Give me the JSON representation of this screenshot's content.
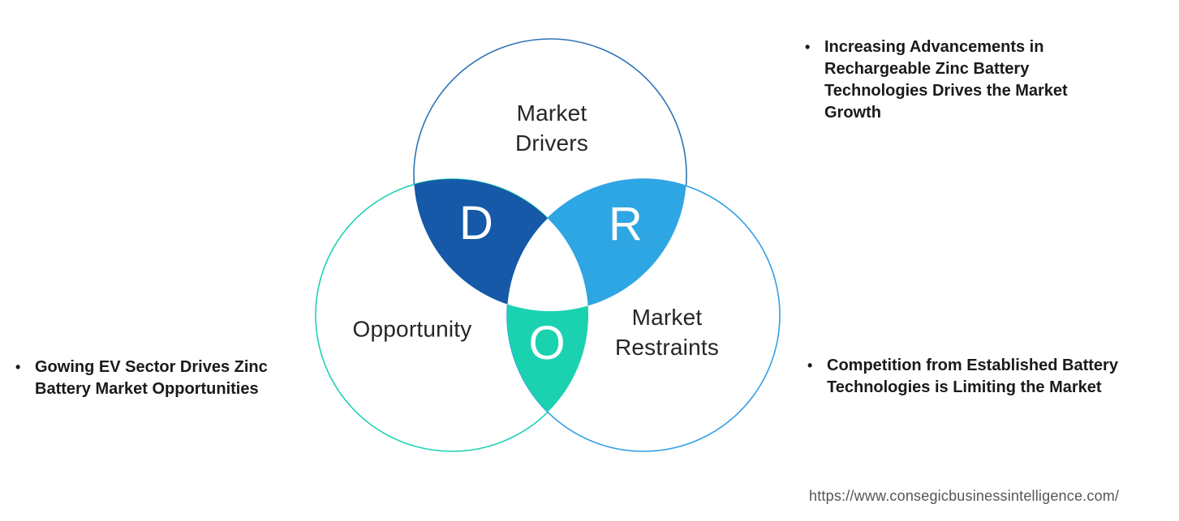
{
  "venn": {
    "drivers_label": "Market\nDrivers",
    "opportunity_label": "Opportunity",
    "restraints_label": "Market\nRestraints",
    "letters": {
      "d": "D",
      "r": "R",
      "o": "O"
    },
    "colors": {
      "drivers_circle_stroke": "#2E74B5",
      "opportunity_circle_stroke": "#21D1B4",
      "restraints_circle_stroke": "#33A0E5",
      "d_region_fill": "#1559A8",
      "r_region_fill": "#2EA6E3",
      "o_region_fill": "#1AD2B0",
      "center_region_fill": "#FFFFFF",
      "label_text": "#262626",
      "letter_text": "#FFFFFF",
      "bullet_text": "#1A1A1A",
      "url_text": "#555557"
    }
  },
  "bullets": [
    {
      "marker": "•",
      "text": "Increasing Advancements in Rechargeable Zinc Battery Technologies Drives the Market Growth"
    },
    {
      "marker": "•",
      "text": "Gowing EV Sector Drives Zinc Battery Market Opportunities"
    },
    {
      "marker": "•",
      "text": "Competition from Established Battery Technologies is Limiting the Market"
    }
  ],
  "footer": {
    "url": "https://www.consegicbusinessintelligence.com/"
  }
}
